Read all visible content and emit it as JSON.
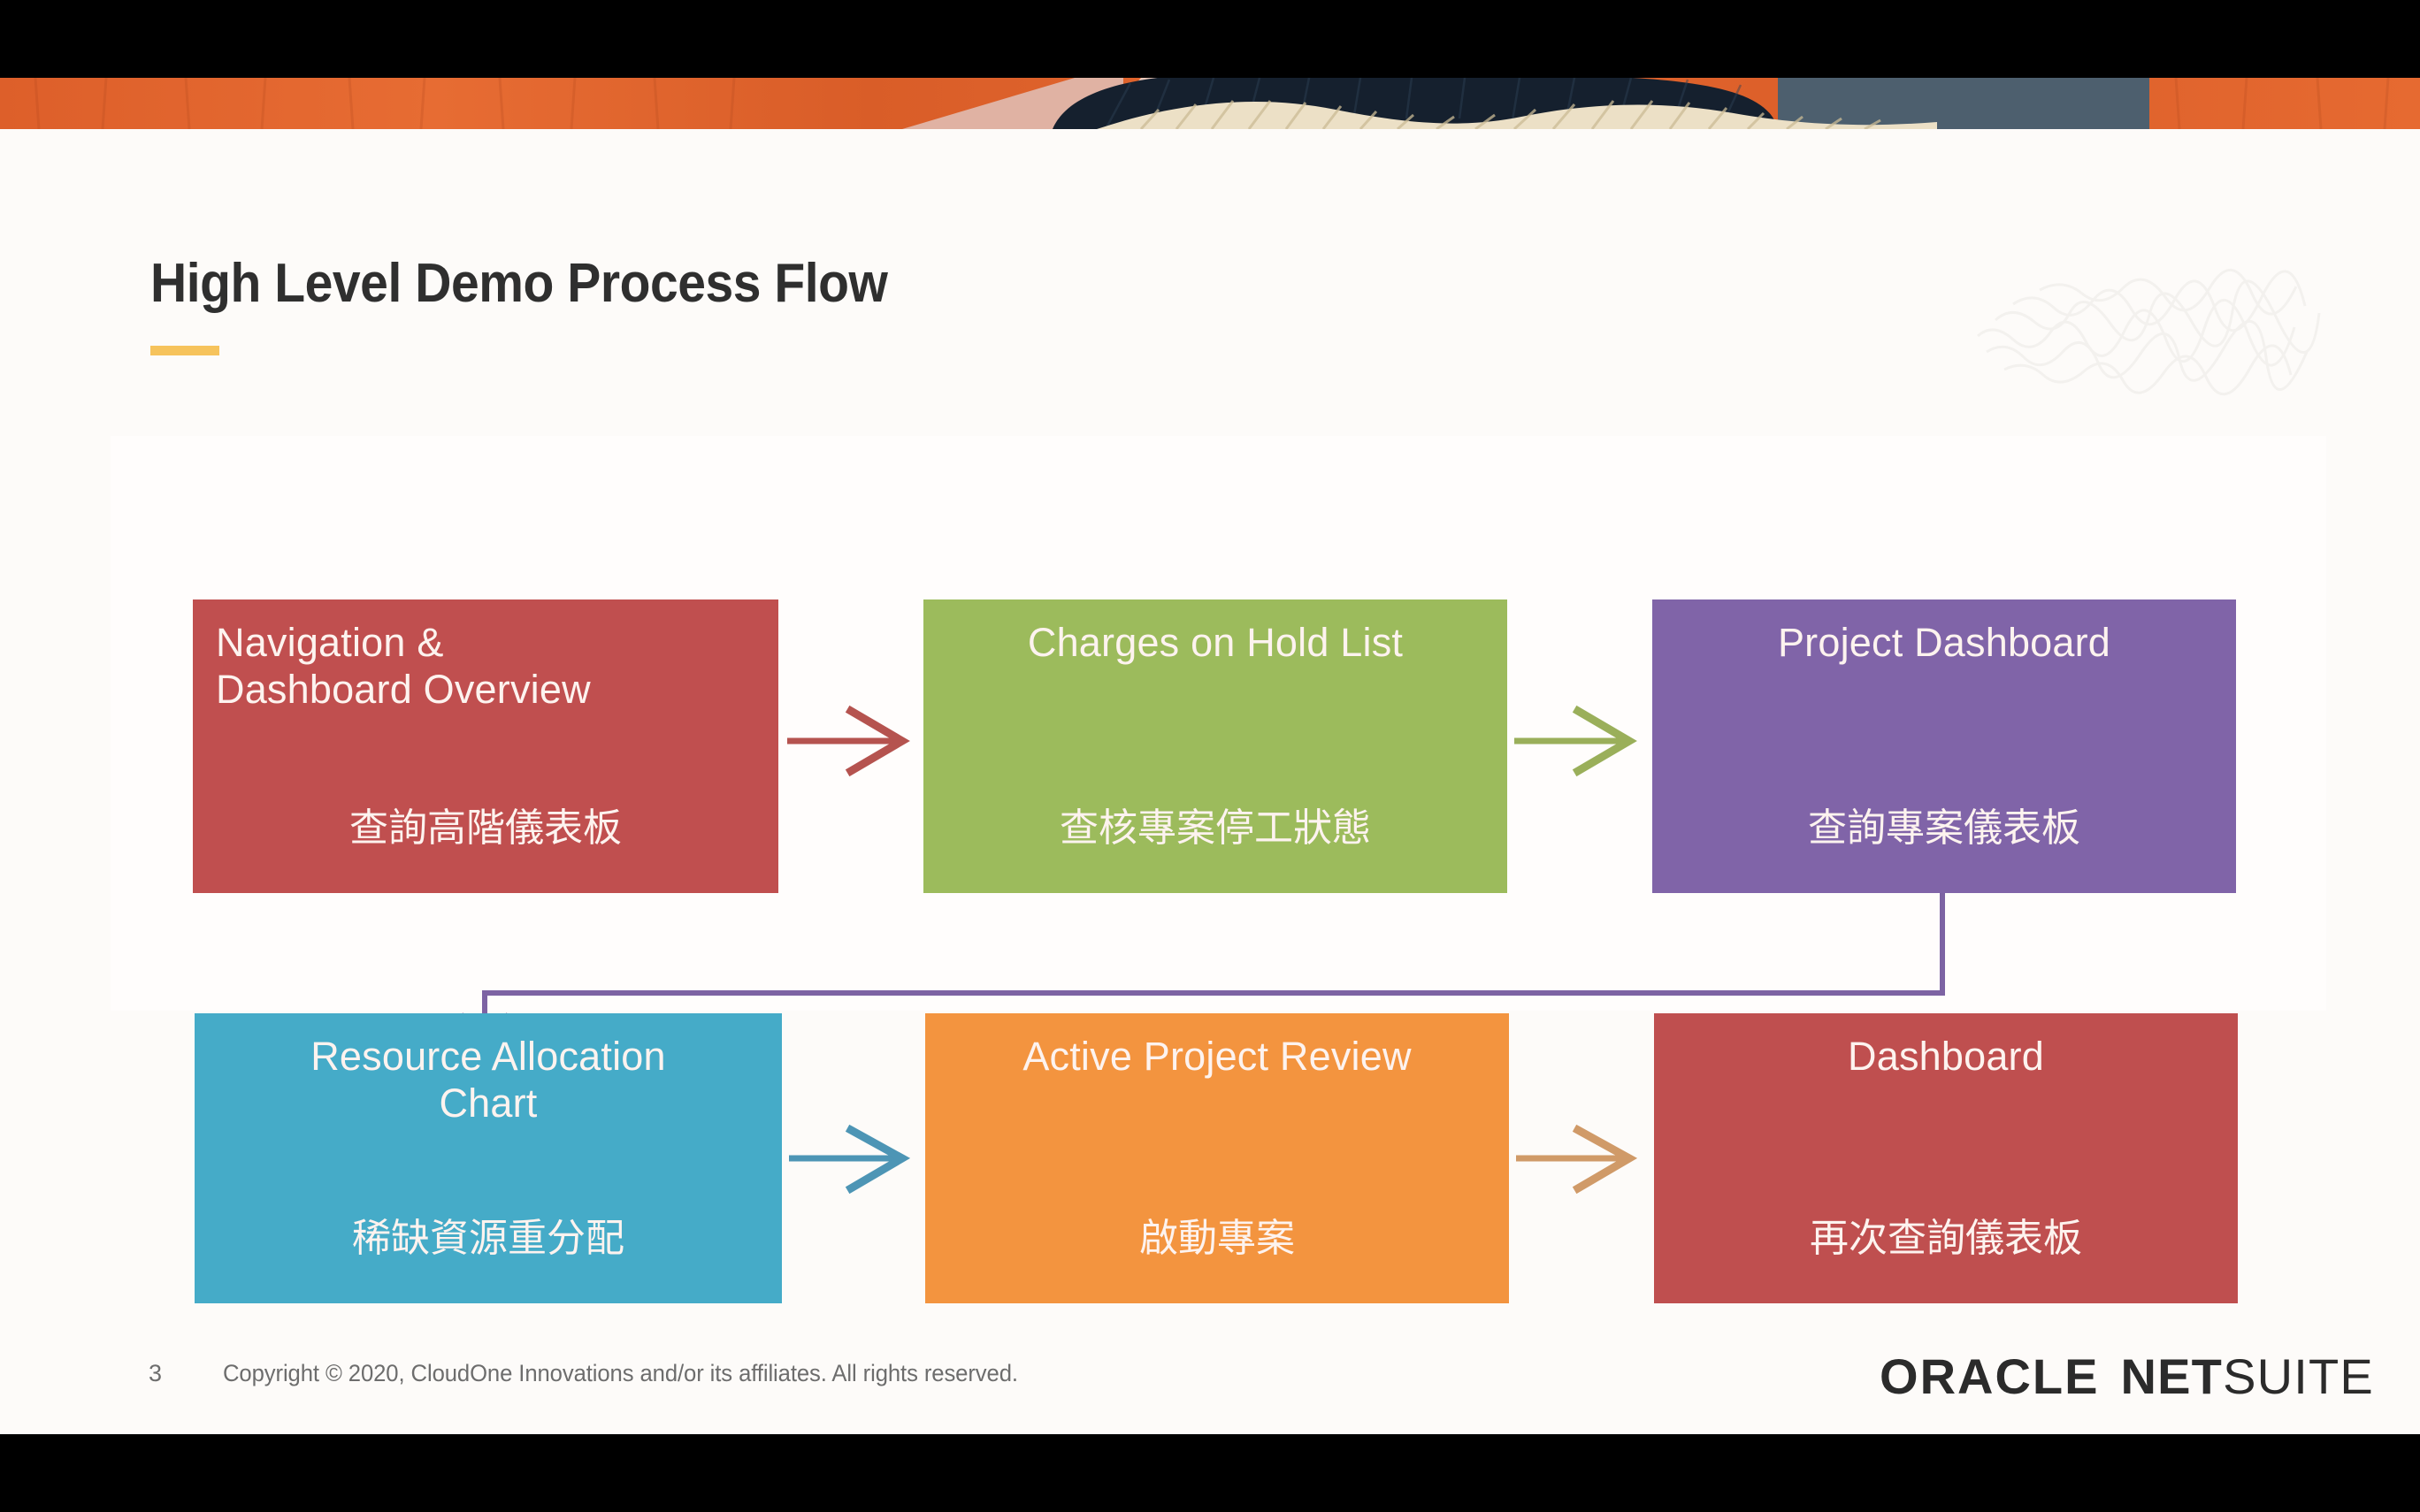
{
  "slide": {
    "title": "High Level Demo Process Flow",
    "accent_bar_color": "#f6c35c",
    "background_color": "#fdfbf9",
    "page_number": "3"
  },
  "footer": {
    "copyright": "Copyright © 2020, CloudOne Innovations and/or its affiliates. All rights reserved.",
    "logo": {
      "oracle": "ORACLE",
      "net": "NET",
      "suite": "SUITE"
    }
  },
  "flow": {
    "nodes": [
      {
        "id": "navigation-dashboard-overview",
        "en": "Navigation &\nDashboard Overview",
        "en_line1": "Navigation &",
        "en_line2": "Dashboard Overview",
        "zh": "查詢高階儀表板",
        "color": "#c04f4f",
        "align": "left"
      },
      {
        "id": "charges-on-hold-list",
        "en": "Charges on Hold List",
        "en_line1": "Charges on Hold List",
        "en_line2": "",
        "zh": "查核專案停工狀態",
        "color": "#9cbb5c",
        "align": "center"
      },
      {
        "id": "project-dashboard",
        "en": "Project Dashboard",
        "en_line1": "Project Dashboard",
        "en_line2": "",
        "zh": "查詢專案儀表板",
        "color": "#8064a8",
        "align": "center"
      },
      {
        "id": "resource-allocation-chart",
        "en": "Resource Allocation\nChart",
        "en_line1": "Resource Allocation",
        "en_line2": "Chart",
        "zh": "稀缺資源重分配",
        "color": "#45abc8",
        "align": "center"
      },
      {
        "id": "active-project-review",
        "en": "Active Project Review",
        "en_line1": "Active Project Review",
        "en_line2": "",
        "zh": "啟動專案",
        "color": "#f3943f",
        "align": "center"
      },
      {
        "id": "dashboard",
        "en": "Dashboard",
        "en_line1": "Dashboard",
        "en_line2": "",
        "zh": "再次查詢儀表板",
        "color": "#bf4f4f",
        "align": "center"
      }
    ],
    "connectors": [
      {
        "id": "arrow-1-to-2",
        "color": "#b5534f",
        "kind": "straight-right"
      },
      {
        "id": "arrow-2-to-3",
        "color": "#9aaf5a",
        "kind": "straight-right"
      },
      {
        "id": "arrow-3-to-4",
        "color": "#7d63a3",
        "kind": "elbow-down-left"
      },
      {
        "id": "arrow-4-to-5",
        "color": "#4d95b5",
        "kind": "straight-right"
      },
      {
        "id": "arrow-5-to-6",
        "color": "#d09a68",
        "kind": "straight-right"
      }
    ]
  },
  "banner": {
    "description": "cropped illustration strip",
    "colors": {
      "orange": "#e2632c",
      "hair": "#15202e",
      "skin": "#e4b6a6",
      "cloth": "#ece0c6",
      "slate": "#4d5f6e"
    }
  }
}
